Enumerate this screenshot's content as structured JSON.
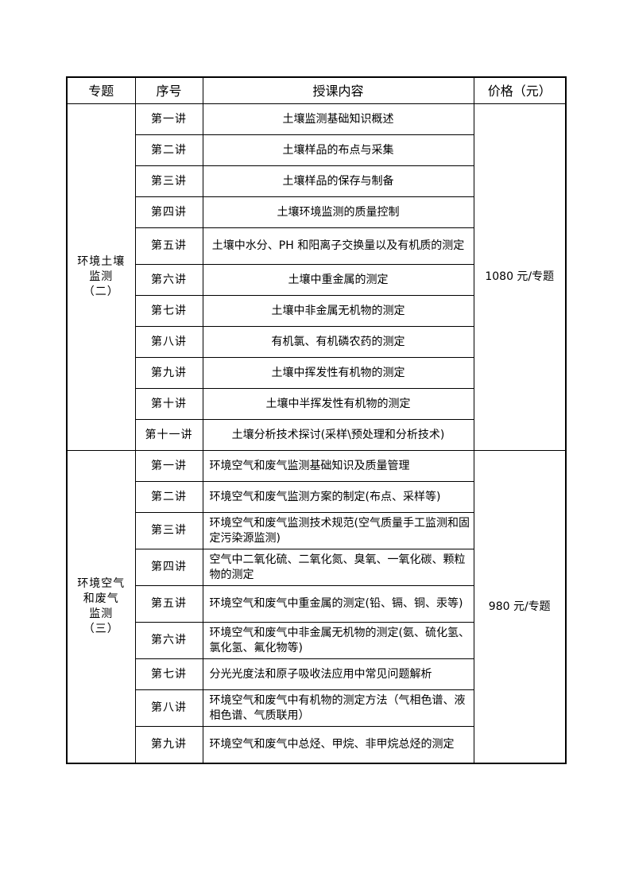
{
  "header": {
    "topic": "专题",
    "number": "序号",
    "content": "授课内容",
    "price": "价格（元）"
  },
  "sections": [
    {
      "topic": "环境土壤\n监测\n（二）",
      "price": "1080 元/专题",
      "lectures": [
        {
          "number": "第一讲",
          "content": "土壤监测基础知识概述"
        },
        {
          "number": "第二讲",
          "content": "土壤样品的布点与采集"
        },
        {
          "number": "第三讲",
          "content": "土壤样品的保存与制备"
        },
        {
          "number": "第四讲",
          "content": "土壤环境监测的质量控制"
        },
        {
          "number": "第五讲",
          "content": "土壤中水分、PH 和阳离子交换量以及有机质的测定"
        },
        {
          "number": "第六讲",
          "content": "土壤中重金属的测定"
        },
        {
          "number": "第七讲",
          "content": "土壤中非金属无机物的测定"
        },
        {
          "number": "第八讲",
          "content": "有机氯、有机磷农药的测定"
        },
        {
          "number": "第九讲",
          "content": "土壤中挥发性有机物的测定"
        },
        {
          "number": "第十讲",
          "content": "土壤中半挥发性有机物的测定"
        },
        {
          "number": "第十一讲",
          "content": "土壤分析技术探讨(采样\\预处理和分析技术)"
        }
      ]
    },
    {
      "topic": "环境空气\n和废气\n监测\n（三）",
      "price": "980 元/专题",
      "lectures": [
        {
          "number": "第一讲",
          "content": "环境空气和废气监测基础知识及质量管理"
        },
        {
          "number": "第二讲",
          "content": "环境空气和废气监测方案的制定(布点、采样等)"
        },
        {
          "number": "第三讲",
          "content": "环境空气和废气监测技术规范(空气质量手工监测和固定污染源监测)"
        },
        {
          "number": "第四讲",
          "content": "空气中二氧化硫、二氧化氮、臭氧、一氧化碳、颗粒物的测定"
        },
        {
          "number": "第五讲",
          "content": "环境空气和废气中重金属的测定(铅、镉、铜、汞等)"
        },
        {
          "number": "第六讲",
          "content": "环境空气和废气中非金属无机物的测定(氨、硫化氢、氯化氢、氟化物等)"
        },
        {
          "number": "第七讲",
          "content": "分光光度法和原子吸收法应用中常见问题解析"
        },
        {
          "number": "第八讲",
          "content": "环境空气和废气中有机物的测定方法（气相色谱、液相色谱、气质联用）"
        },
        {
          "number": "第九讲",
          "content": "环境空气和废气中总烃、甲烷、非甲烷总烃的测定"
        }
      ]
    }
  ]
}
